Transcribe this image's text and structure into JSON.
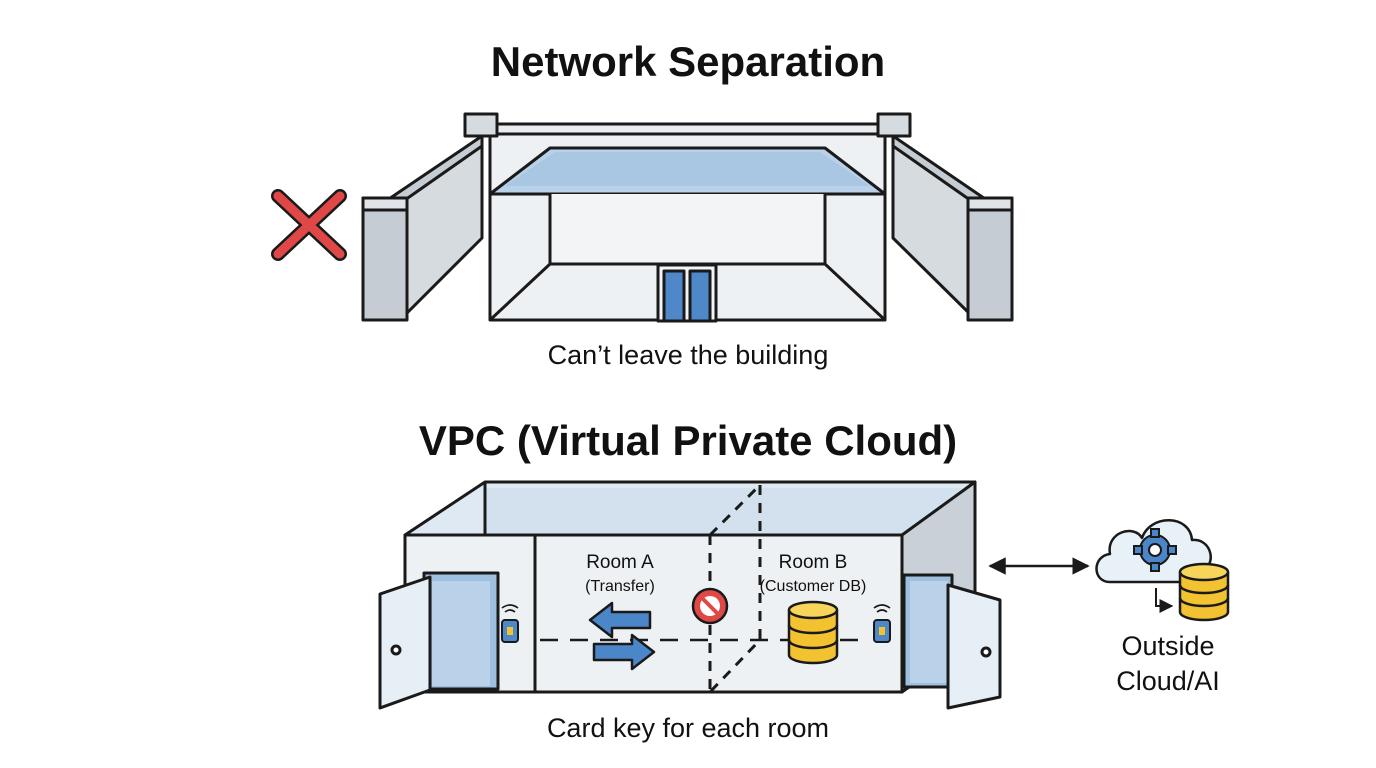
{
  "sections": {
    "top": {
      "title": "Network Separation",
      "caption": "Can’t leave the building"
    },
    "bottom": {
      "title": "VPC (Virtual Private Cloud)",
      "caption": "Card key for each room",
      "room_a": {
        "name": "Room A",
        "role": "(Transfer)"
      },
      "room_b": {
        "name": "Room B",
        "role": "(Customer DB)"
      },
      "outside": {
        "line1": "Outside",
        "line2": "Cloud/AI"
      }
    }
  },
  "icons": {
    "blocked": "red-x-icon",
    "no_entry": "no-entry-icon",
    "transfer": "swap-arrows-icon",
    "database": "database-icon",
    "card_reader": "card-reader-icon",
    "cloud_gear": "cloud-gear-icon",
    "bidirectional": "double-arrow-icon"
  },
  "colors": {
    "outline": "#1a1a1a",
    "wall": "#e9ecf0",
    "wall_dark": "#c5ccd3",
    "glass": "#b9d2ea",
    "door_blue": "#4f88c9",
    "arrow_blue": "#4a86c8",
    "db_yellow": "#f2c230",
    "red": "#e04848"
  }
}
